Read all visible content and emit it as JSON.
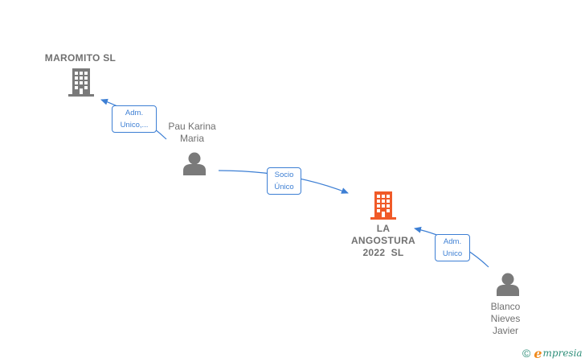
{
  "nodes": {
    "maromito": {
      "name": "MAROMITO SL",
      "icon": "building-icon",
      "color": "#7a7a7a"
    },
    "pau": {
      "name_lines": [
        "Pau Karina",
        "Maria"
      ],
      "icon": "person-icon",
      "color": "#7a7a7a"
    },
    "angostura": {
      "name_lines": [
        "LA",
        "ANGOSTURA",
        "2022  SL"
      ],
      "icon": "building-icon",
      "color": "#f05a28"
    },
    "blanco": {
      "name_lines": [
        "Blanco",
        "Nieves",
        "Javier"
      ],
      "icon": "person-icon",
      "color": "#7a7a7a"
    }
  },
  "edges": [
    {
      "from": "pau",
      "to": "maromito",
      "label_lines": [
        "Adm.",
        "Unico,..."
      ]
    },
    {
      "from": "pau",
      "to": "angostura",
      "label_lines": [
        "Socio",
        "Único"
      ]
    },
    {
      "from": "blanco",
      "to": "angostura",
      "label_lines": [
        "Adm.",
        "Unico"
      ]
    }
  ],
  "edge_color": "#3d7fd4",
  "watermark": {
    "copyright_symbol": "©",
    "brand_initial": "e",
    "brand_rest": "mpresia"
  }
}
